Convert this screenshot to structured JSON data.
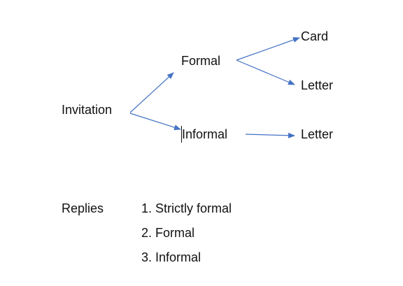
{
  "diagram": {
    "nodes": {
      "invitation": "Invitation",
      "formal": "Formal",
      "informal": "Informal",
      "card": "Card",
      "letter_formal": "Letter",
      "letter_informal": "Letter"
    }
  },
  "replies": {
    "label": "Replies",
    "items": [
      "1. Strictly formal",
      "2. Formal",
      "3. Informal"
    ]
  },
  "colors": {
    "arrow": "#4472C4",
    "text": "#111111",
    "background": "#ffffff"
  }
}
